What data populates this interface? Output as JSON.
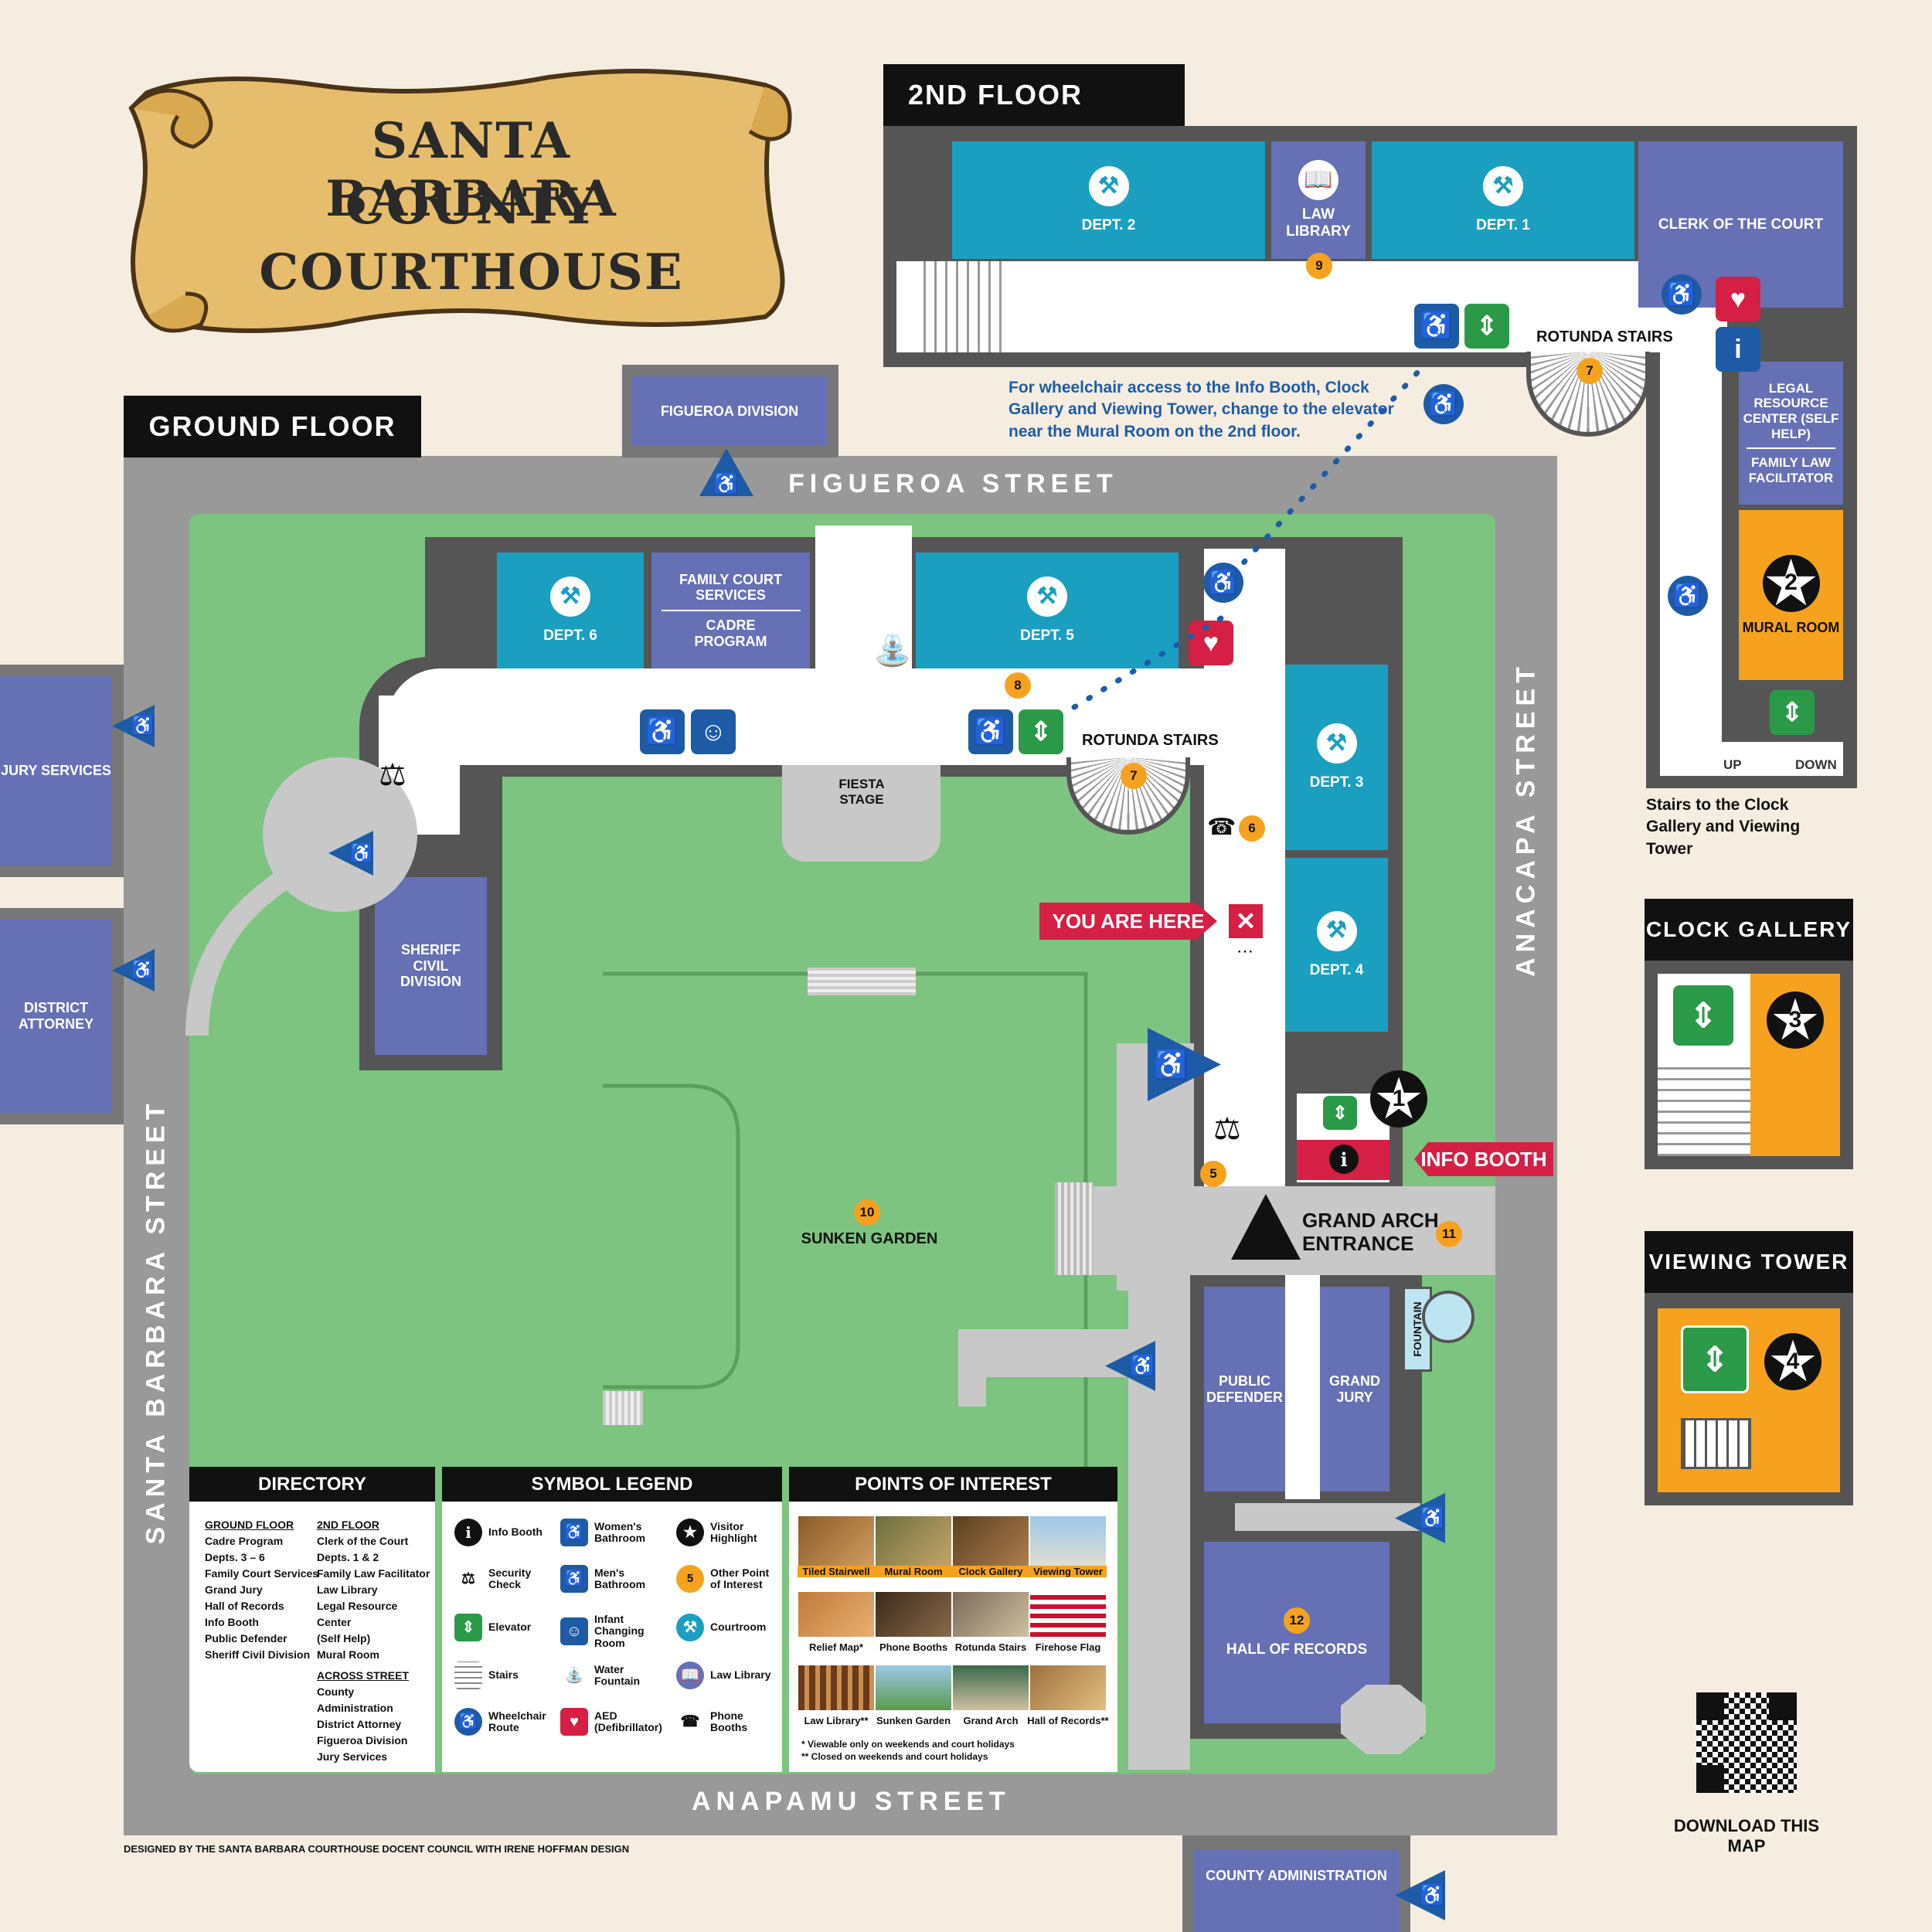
{
  "title": {
    "line1": "SANTA BARBARA",
    "line2": "COUNTY",
    "line3": "COURTHOUSE"
  },
  "headers": {
    "ground_floor": "GROUND FLOOR",
    "second_floor": "2ND FLOOR",
    "clock_gallery": "CLOCK GALLERY",
    "viewing_tower": "VIEWING TOWER"
  },
  "streets": {
    "figueroa": "FIGUEROA STREET",
    "anacapa": "ANACAPA STREET",
    "santa_barbara": "SANTA BARBARA STREET",
    "anapamu": "ANAPAMU STREET"
  },
  "ground_rooms": {
    "figueroa_division": "FIGUEROA DIVISION",
    "jury_services": "JURY SERVICES",
    "district_attorney": "DISTRICT ATTORNEY",
    "dept6": "DEPT. 6",
    "family_court": "FAMILY COURT SERVICES",
    "cadre": "CADRE PROGRAM",
    "dept5": "DEPT. 5",
    "dept3": "DEPT. 3",
    "dept4": "DEPT. 4",
    "sheriff": "SHERIFF CIVIL DIVISION",
    "fiesta_stage": "FIESTA STAGE",
    "rotunda_stairs": "ROTUNDA STAIRS",
    "sunken_garden": "SUNKEN GARDEN",
    "public_defender": "PUBLIC DEFENDER",
    "grand_jury": "GRAND JURY",
    "fountain": "FOUNTAIN",
    "hall_of_records": "HALL OF RECORDS",
    "county_admin": "COUNTY ADMINISTRATION",
    "grand_arch": "GRAND ARCH ENTRANCE",
    "you_are_here": "YOU ARE HERE",
    "info_booth": "INFO BOOTH"
  },
  "second_rooms": {
    "dept2": "DEPT. 2",
    "law_library": "LAW LIBRARY",
    "dept1": "DEPT. 1",
    "clerk": "CLERK OF THE COURT",
    "rotunda_stairs": "ROTUNDA STAIRS",
    "legal_resource": "LEGAL RESOURCE CENTER (SELF HELP)",
    "family_law": "FAMILY LAW FACILITATOR",
    "mural_room": "MURAL ROOM",
    "up": "UP",
    "down": "DOWN",
    "stairs_note": "Stairs to the Clock Gallery and Viewing Tower",
    "wheelchair_note": "For wheelchair access to the Info Booth, Clock Gallery and Viewing Tower, change to the elevator near the Mural Room on the 2nd floor."
  },
  "markers": {
    "poi": [
      "5",
      "6",
      "7",
      "8",
      "9",
      "10",
      "11",
      "12"
    ],
    "highlights": [
      "1",
      "2",
      "3",
      "4"
    ]
  },
  "directory": {
    "title": "DIRECTORY",
    "ground_head": "GROUND FLOOR",
    "ground_items": [
      "Cadre Program",
      "Depts. 3 – 6",
      "Family Court Services",
      "Grand Jury",
      "Hall of Records",
      "Info Booth",
      "Public Defender",
      "Sheriff Civil Division"
    ],
    "second_head": "2ND FLOOR",
    "second_items": [
      "Clerk of the Court",
      "Depts. 1 & 2",
      "Family Law Facilitator",
      "Law Library",
      "Legal Resource Center",
      "(Self Help)",
      "Mural Room"
    ],
    "across_head": "ACROSS STREET",
    "across_items": [
      "County Administration",
      "District Attorney",
      "Figueroa Division",
      "Jury Services"
    ]
  },
  "legend": {
    "title": "SYMBOL LEGEND",
    "items": [
      "Info Booth",
      "Women's Bathroom",
      "Visitor Highlight",
      "Security Check",
      "Men's Bathroom",
      "Other Point of Interest",
      "Elevator",
      "Infant Changing Room",
      "Courtroom",
      "Stairs",
      "Water Fountain",
      "Law Library",
      "Wheelchair Route",
      "AED (Defibrillator)",
      "Phone Booths"
    ]
  },
  "poi_panel": {
    "title": "POINTS OF INTEREST",
    "row1": [
      "Tiled Stairwell",
      "Mural Room",
      "Clock Gallery",
      "Viewing Tower"
    ],
    "row2": [
      "Relief Map*",
      "Phone Booths",
      "Rotunda Stairs",
      "Firehose Flag"
    ],
    "row3": [
      "Law Library**",
      "Sunken Garden",
      "Grand Arch",
      "Hall of Records**"
    ],
    "note1": "* Viewable only on weekends and court holidays",
    "note2": "** Closed on weekends and court holidays"
  },
  "qr_label": "DOWNLOAD THIS MAP",
  "credit": "DESIGNED BY THE SANTA BARBARA COURTHOUSE DOCENT COUNCIL WITH IRENE HOFFMAN DESIGN",
  "colors": {
    "background": "#f4ede0",
    "street_gray": "#999999",
    "lawn": "#7cc47f",
    "office_purple": "#6670b5",
    "courtroom_teal": "#1b9fc0",
    "highlight_orange": "#f6a21e",
    "alert_red": "#d61f45",
    "route_blue": "#1e5ba6",
    "elevator_green": "#2b9a48"
  }
}
